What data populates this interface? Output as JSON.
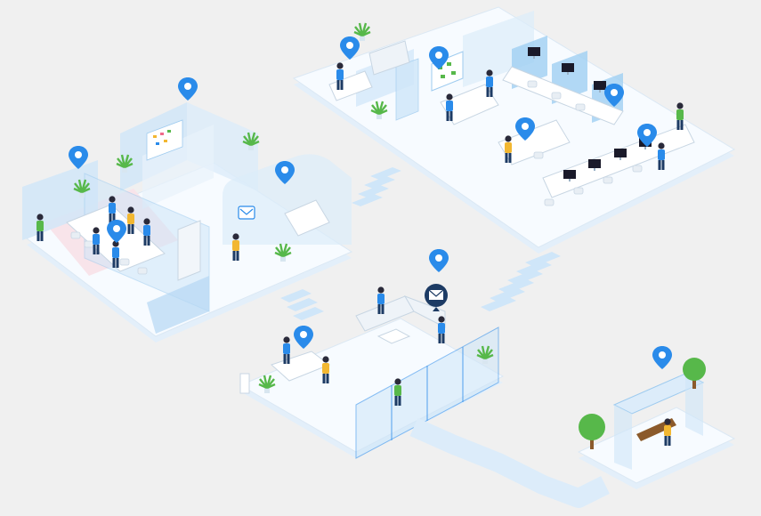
{
  "palette": {
    "background": "#f0f0f0",
    "floor": "#f7fbff",
    "floor_shadow": "#e3effa",
    "glass": "#cfe6f9",
    "accent_blue": "#2a8bea",
    "dark_navy": "#1d3b64",
    "carpet_pink": "#f8e4ea",
    "plant_green": "#57b84a",
    "person_yellow": "#f2b731",
    "monitor_black": "#1a1a2a"
  },
  "zones": [
    {
      "id": "workspace",
      "icon": "workspace-area-icon"
    },
    {
      "id": "meeting-rooms",
      "icon": "meeting-room-icon"
    },
    {
      "id": "lobby",
      "icon": "reception-lobby-icon"
    },
    {
      "id": "bus-stop",
      "icon": "bus-stop-icon"
    }
  ],
  "location_pins": [
    {
      "name": "location-pin-workspace-desk",
      "icon": "location-pin-icon"
    },
    {
      "name": "location-pin-whiteboard",
      "icon": "location-pin-icon"
    },
    {
      "name": "location-pin-monitor-desk",
      "icon": "location-pin-icon"
    },
    {
      "name": "location-pin-open-desk",
      "icon": "location-pin-icon"
    },
    {
      "name": "location-pin-workstation",
      "icon": "location-pin-icon"
    },
    {
      "name": "location-pin-meeting-glass",
      "icon": "location-pin-icon"
    },
    {
      "name": "location-pin-boardroom",
      "icon": "location-pin-icon"
    },
    {
      "name": "location-pin-conference-table",
      "icon": "location-pin-icon"
    },
    {
      "name": "location-pin-phone-booth",
      "icon": "location-pin-icon"
    },
    {
      "name": "location-pin-lounge",
      "icon": "location-pin-icon"
    },
    {
      "name": "location-pin-reception",
      "icon": "location-pin-icon"
    },
    {
      "name": "location-pin-bus-stop",
      "icon": "location-pin-icon"
    }
  ],
  "notifications": [
    {
      "name": "mail-notification-badge",
      "icon": "envelope-icon"
    },
    {
      "name": "mail-notification-small",
      "icon": "envelope-icon"
    }
  ]
}
